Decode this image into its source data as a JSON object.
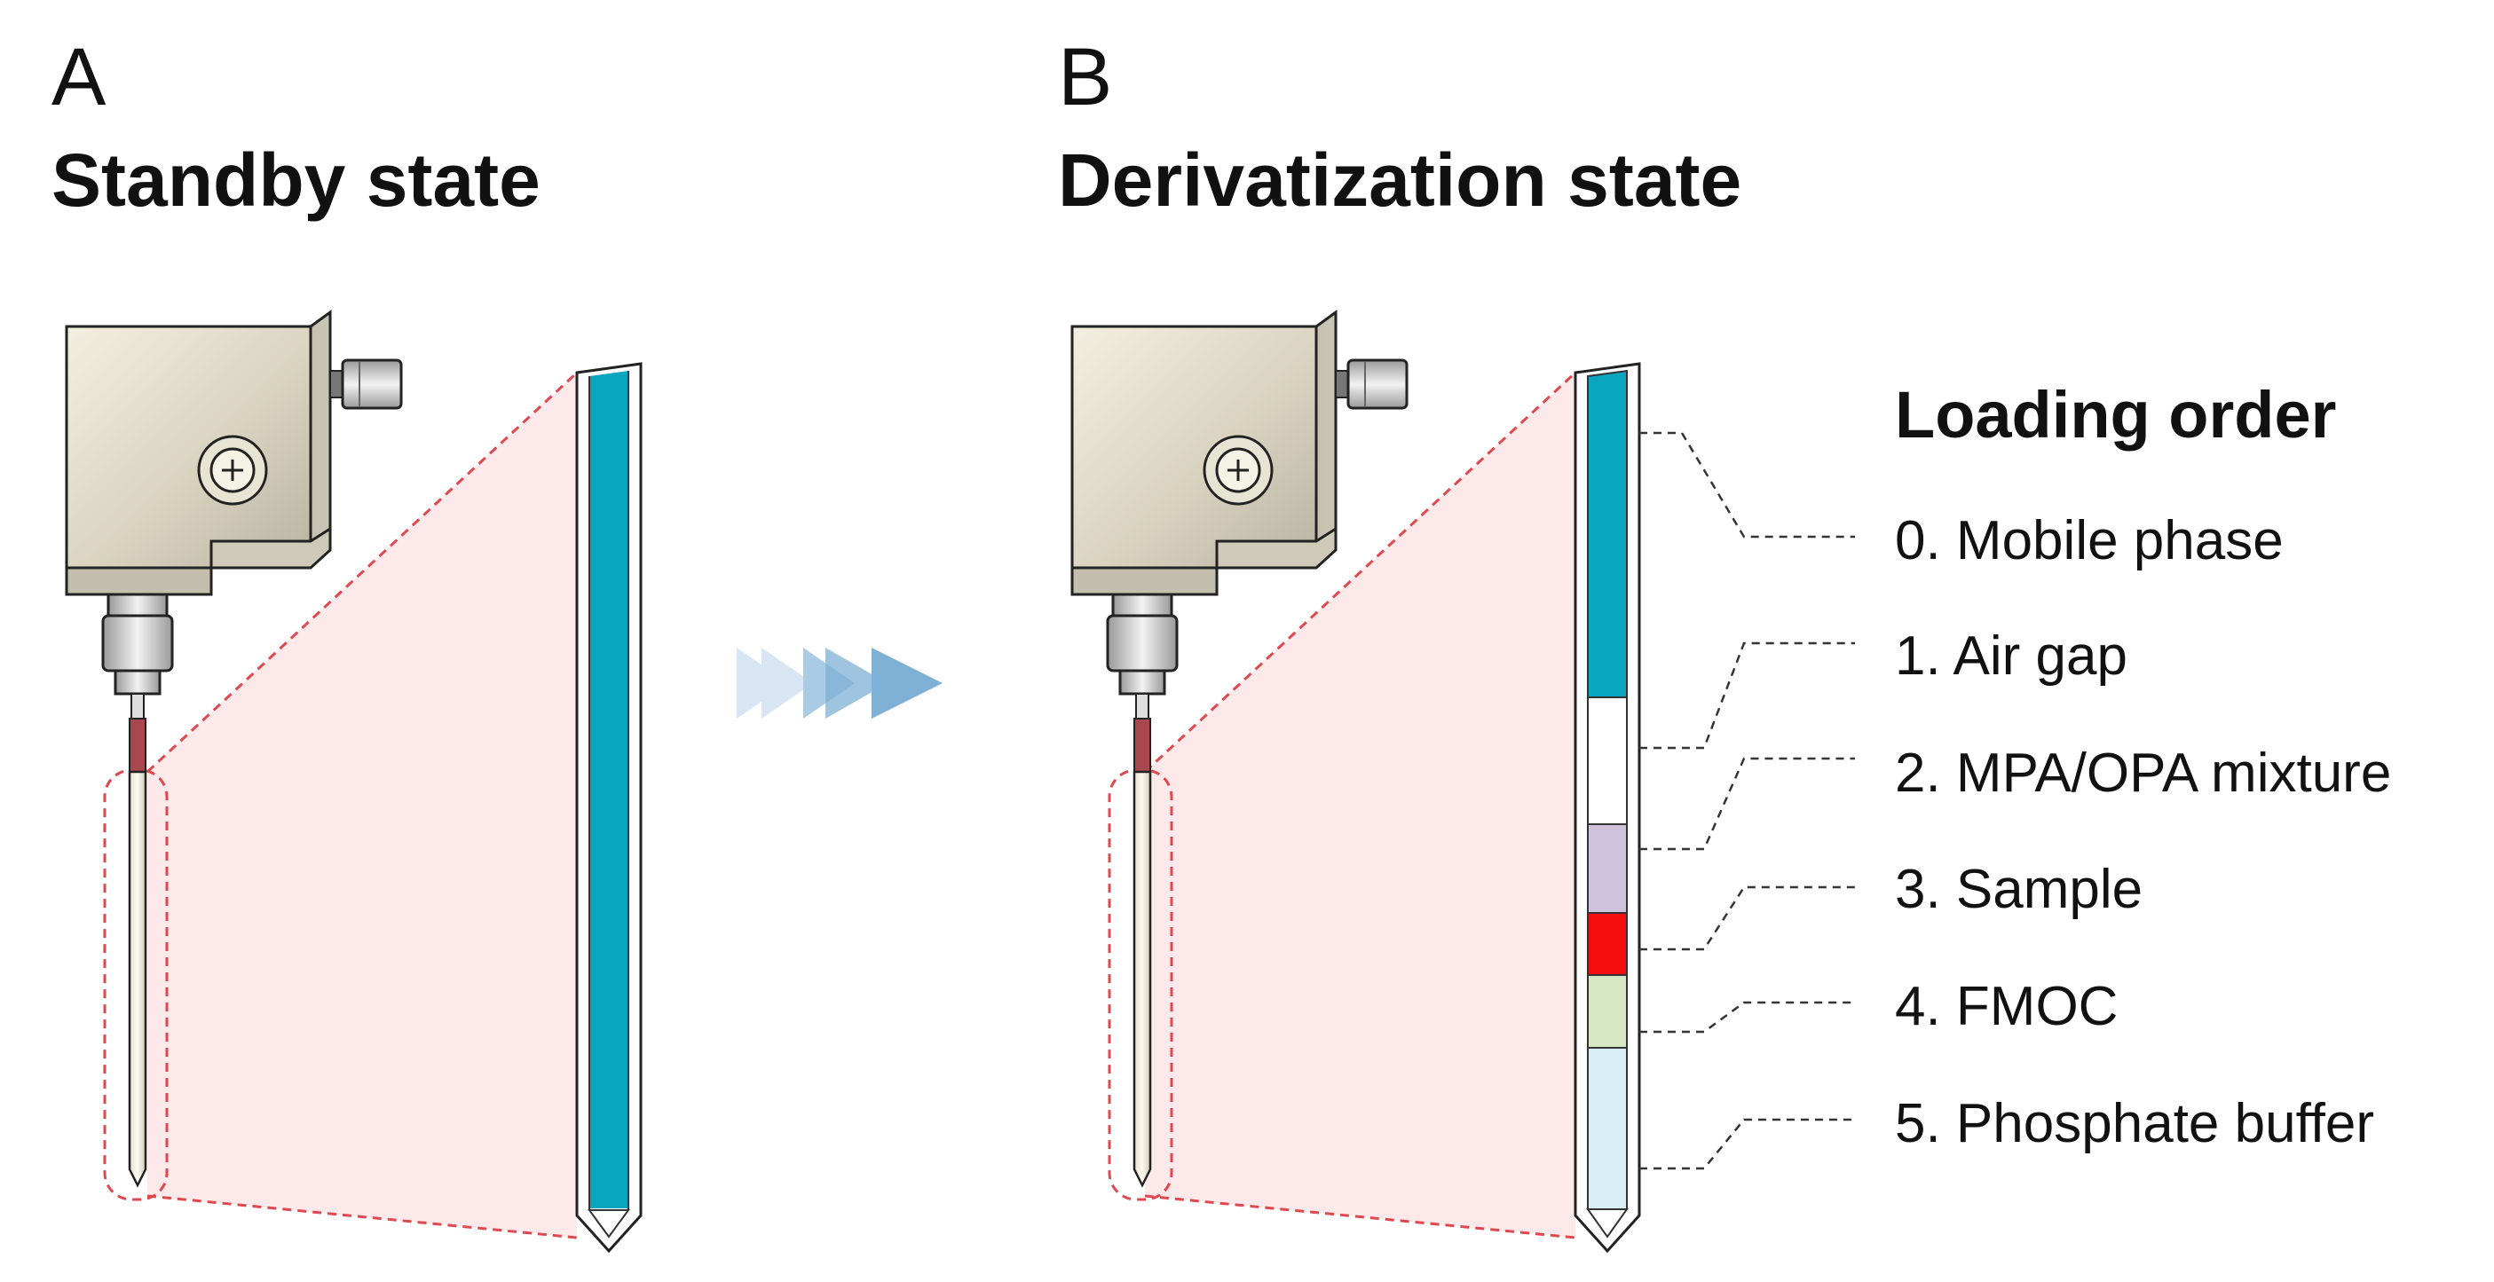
{
  "panels": {
    "a": {
      "letter": "A",
      "title": "Standby state"
    },
    "b": {
      "letter": "B",
      "title": "Derivatization state"
    }
  },
  "legend": {
    "title": "Loading order",
    "items": [
      {
        "label": "0. Mobile phase",
        "color": "#0aa5bf"
      },
      {
        "label": "1. Air gap",
        "color": "#ffffff"
      },
      {
        "label": "2. MPA/OPA mixture",
        "color": "#cfc2dc"
      },
      {
        "label": "3. Sample",
        "color": "#f50d0d"
      },
      {
        "label": "4. FMOC",
        "color": "#d7e6c3"
      },
      {
        "label": "5. Phosphate buffer",
        "color": "#d8eef5"
      }
    ]
  },
  "colors": {
    "mobile_phase": "#0aa5bf",
    "zoom_fill": "#fde8ea",
    "zoom_line": "#e0484f",
    "arrow": "#7fb0d6",
    "needle_red": "#a8484e"
  },
  "icons": {
    "injector_port": "injector-valve-icon",
    "screw": "cross-screw-icon",
    "arrow": "triple-chevron-arrow-icon"
  }
}
